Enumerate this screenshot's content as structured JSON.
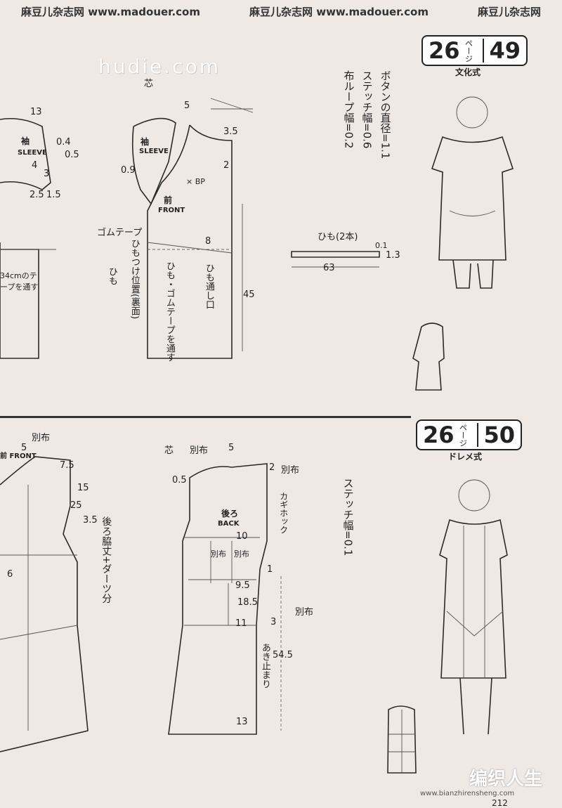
{
  "watermark": {
    "left_text": "麻豆儿杂志网 www.madouer.com",
    "center_text": "麻豆儿杂志网 www.madouer.com",
    "right_text": "麻豆儿杂志网",
    "hudie": "hudie.com"
  },
  "pattern_49": {
    "badge": {
      "page": "26",
      "kana": "ページ",
      "number": "49",
      "style": "文化式"
    },
    "notes": [
      "ボタンの直径=1.1",
      "ステッチ幅=0.6",
      "布ループ幅=0.2"
    ],
    "sleeve_jp": "袖",
    "sleeve_en": "SLEEVE",
    "front_jp": "前",
    "front_en": "FRONT",
    "bp": "× BP",
    "shin": "芯",
    "elastic": "ゴムテープ",
    "himo": "ひも",
    "himo_position": "ひもつけ位置(裏面)",
    "elastic_pass": "ひも・ゴムテープを通す",
    "himo_opening": "ひも通し口",
    "himo_count": "ひも(2本)",
    "himo_length": "63",
    "himo_width": "1.3",
    "himo_small": "0.1",
    "pass_note": "34cmのテープを通す",
    "measure_45": "45",
    "measures": [
      "13",
      "5",
      "3.5",
      "0.4",
      "0.5",
      "4",
      "3",
      "2.5",
      "1.5",
      "0.9",
      "2",
      "8"
    ]
  },
  "pattern_50": {
    "badge": {
      "page": "26",
      "kana": "ページ",
      "number": "50",
      "style": "ドレメ式"
    },
    "notes": [
      "ステッチ幅=0.1"
    ],
    "back_jp": "後ろ",
    "back_en": "BACK",
    "front_fragment": "前 FRONT",
    "betsununo": "別布",
    "shin": "芯",
    "hook": "カギホック",
    "side_note": "後ろ脇丈+ダーツ分",
    "opening_end": "あき止まり",
    "measure_545": "54.5",
    "measures": [
      "7.5",
      "5",
      "15",
      "0.5",
      "2",
      "10",
      "13",
      "9.5",
      "18.5",
      "11",
      "1",
      "3",
      "3.5",
      "6",
      "25"
    ]
  },
  "footer": {
    "page_number": "212",
    "brand": "编织人生",
    "url": "www.bianzhirensheng.com"
  }
}
